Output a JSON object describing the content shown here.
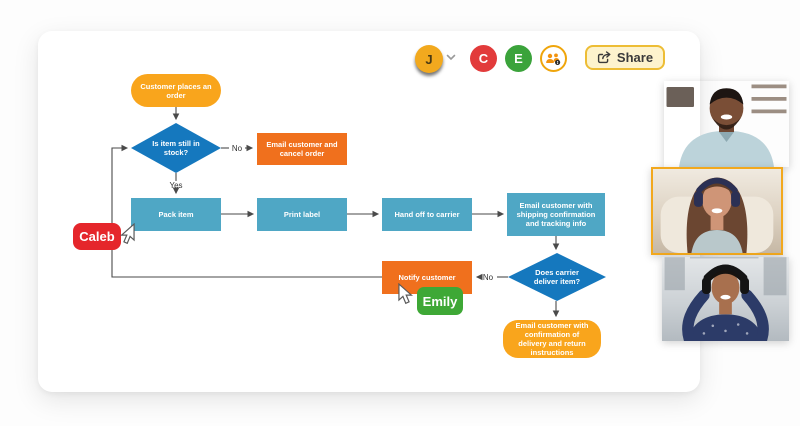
{
  "toolbar": {
    "avatars": [
      {
        "initial": "J",
        "color": "#F2A91E",
        "has_dropdown": true
      },
      {
        "initial": "C",
        "color": "#E23B3B"
      },
      {
        "initial": "E",
        "color": "#3BA33B"
      }
    ],
    "share_button": {
      "label": "Share",
      "background": "#FDF3CD",
      "border": "#EDBD35"
    }
  },
  "flowchart": {
    "nodes": {
      "start": "Customer places an order",
      "stock_check": "Is item still in stock?",
      "cancel": "Email customer and cancel order",
      "pack": "Pack item",
      "print": "Print label",
      "handoff": "Hand off to carrier",
      "ship_email": "Email customer with shipping confirmation and tracking info",
      "deliver_check": "Does carrier deliver item?",
      "notify": "Notify customer",
      "end": "Email customer with confirmation of delivery and return instructions"
    },
    "edge_labels": {
      "yes": "Yes",
      "no": "No"
    },
    "colors": {
      "terminator": "#F9A51C",
      "process": "#4FA7C5",
      "process_alt": "#F0701D",
      "decision": "#1578BE",
      "connector": "#4a4a4a"
    }
  },
  "collaborators": [
    {
      "name": "Caleb",
      "color": "#E5262B"
    },
    {
      "name": "Emily",
      "color": "#3EA836"
    }
  ],
  "video_call": {
    "active_border_color": "#F2A81D",
    "participants": [
      {
        "id": "participant-1",
        "active_speaker": false
      },
      {
        "id": "participant-2",
        "active_speaker": true
      },
      {
        "id": "participant-3",
        "active_speaker": false
      }
    ]
  }
}
